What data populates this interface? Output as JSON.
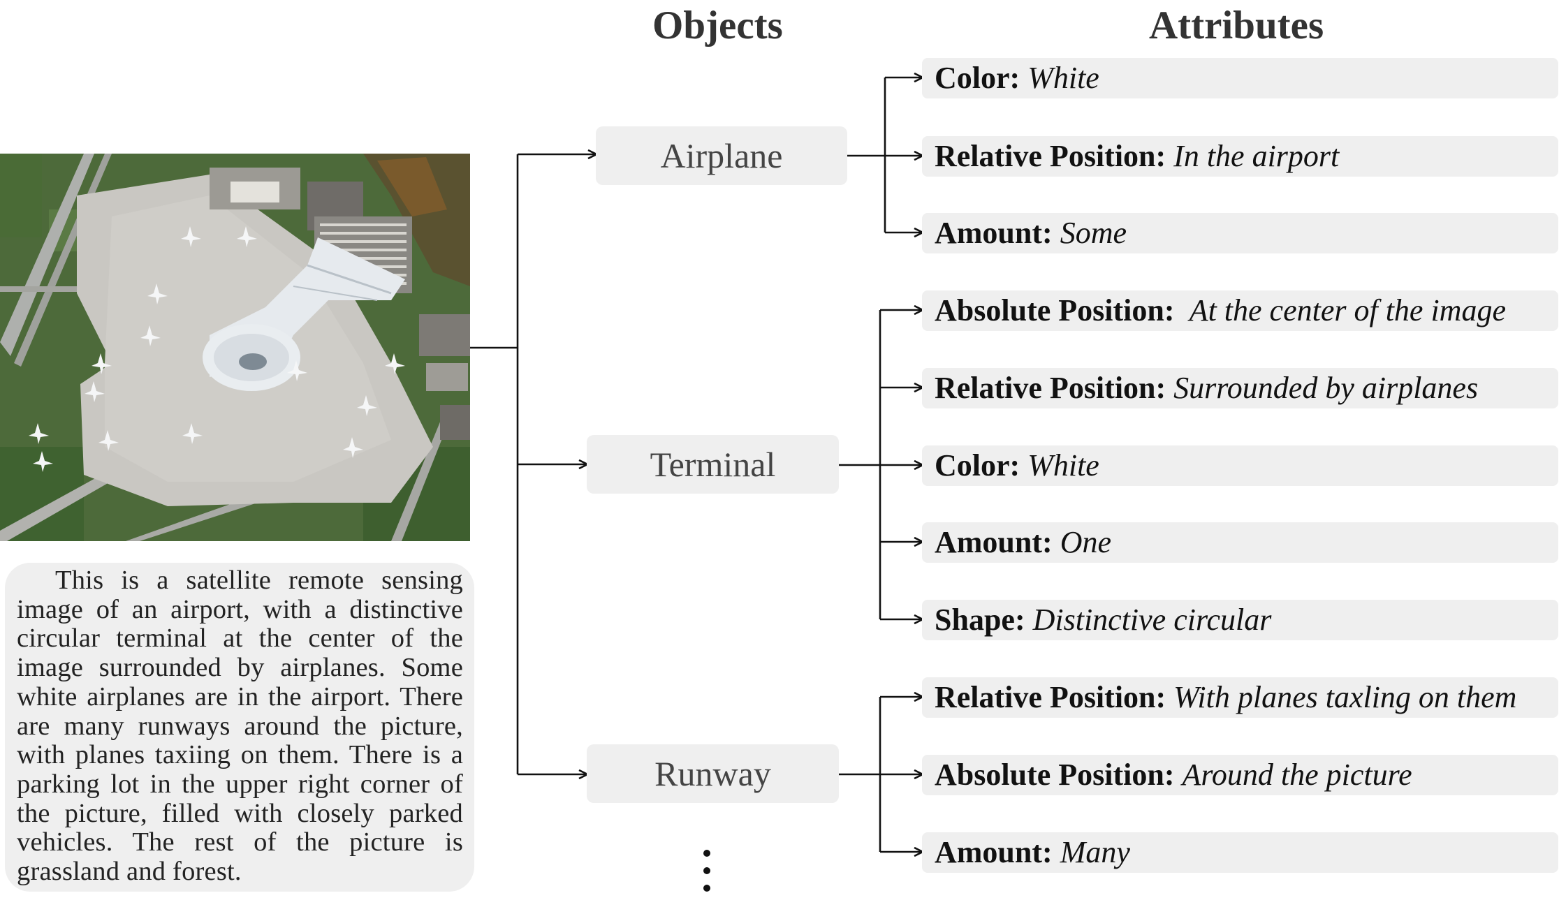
{
  "headers": {
    "objects": "Objects",
    "attributes": "Attributes"
  },
  "caption": "This is a satellite remote sensing image of an airport, with a distinctive circular terminal at the center of the image surrounded by airplanes. Some white airplanes are in the airport. There are many runways around the picture, with planes taxiing on them. There is a parking lot in the upper right corner of the picture, filled with closely parked vehicles. The rest of the picture is grassland and forest.",
  "objects": [
    {
      "label": "Airplane",
      "attributes": [
        {
          "key": "Color:",
          "value": "White"
        },
        {
          "key": "Relative Position:",
          "value": "In the airport"
        },
        {
          "key": "Amount:",
          "value": "Some"
        }
      ]
    },
    {
      "label": "Terminal",
      "attributes": [
        {
          "key": "Absolute Position:",
          "value": " At the center of the image"
        },
        {
          "key": "Relative Position:",
          "value": "Surrounded by airplanes"
        },
        {
          "key": "Color:",
          "value": "White"
        },
        {
          "key": "Amount:",
          "value": "One"
        },
        {
          "key": "Shape:",
          "value": "Distinctive circular"
        }
      ]
    },
    {
      "label": "Runway",
      "attributes": [
        {
          "key": "Relative Position:",
          "value": "With planes taxling on them"
        },
        {
          "key": "Absolute Position:",
          "value": "Around the picture"
        },
        {
          "key": "Amount:",
          "value": "Many"
        }
      ]
    }
  ],
  "colors": {
    "box_fill": "#efefef",
    "line": "#111111",
    "grass": "#4f6e3c",
    "pavement": "#c9c7c2",
    "terminal_roof": "#e8ecef"
  }
}
